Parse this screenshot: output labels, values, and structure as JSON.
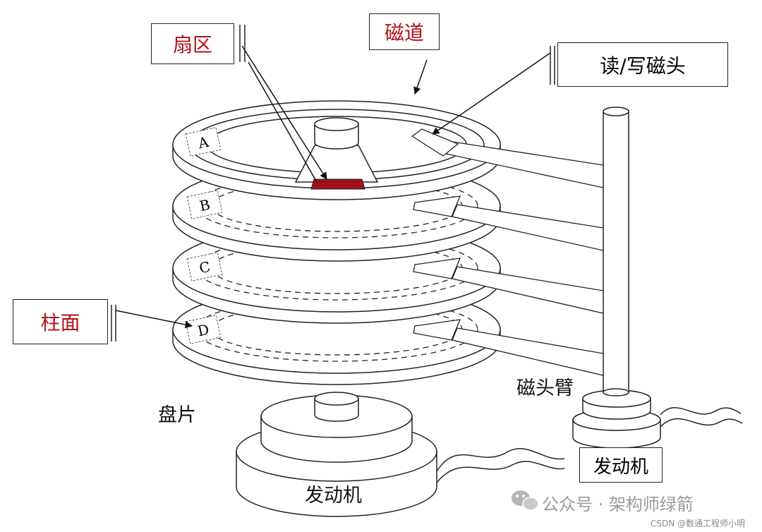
{
  "labels": {
    "sector": "扇区",
    "track": "磁道",
    "rw_head": "读/写磁头",
    "cylinder": "柱面",
    "arm": "磁头臂",
    "platter": "盘片",
    "motor_main": "发动机",
    "motor_arm": "发动机"
  },
  "platters": [
    "A",
    "B",
    "C",
    "D"
  ],
  "watermark": "公众号 · 架构师绿箭",
  "credit": "CSDN @数通工程师小明",
  "colors": {
    "accent": "#b3121a",
    "sector_fill": "#a0101a"
  },
  "icons": {
    "watermark": "wechat-icon"
  }
}
